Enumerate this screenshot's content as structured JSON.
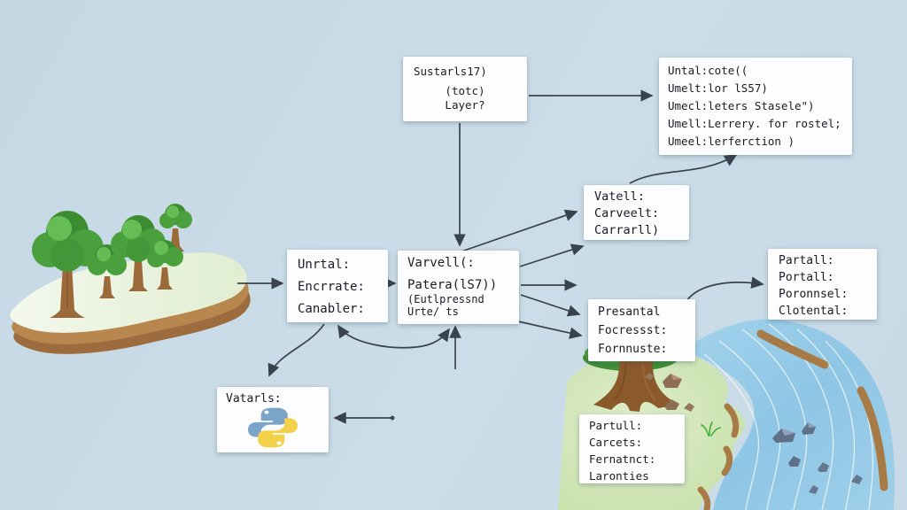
{
  "diagram": {
    "type": "flowchart-illustration",
    "boxes": {
      "sustarls": {
        "lines": [
          "Sustarls17)",
          "(totc)",
          "Layer?"
        ]
      },
      "untal": {
        "lines": [
          "Untal:cote((",
          "Umelt:lor lS57)",
          "Umecl:leters Stasele\")",
          "Umell:Lerrery. for rostel;",
          "Umeel:lerferction )"
        ]
      },
      "vatell": {
        "lines": [
          "Vatell:",
          "Carveelt:",
          "Carrarll)"
        ]
      },
      "unrtal": {
        "lines": [
          "Unrtal:",
          "Encrrate:",
          "Canabler:"
        ]
      },
      "varvell": {
        "lines": [
          "Varvell(:",
          "Patera(lS7))",
          "(Eutlpressnd",
          "Urte/ ts"
        ]
      },
      "partall": {
        "lines": [
          "Partall:",
          "Portall:",
          "Poronnsel:",
          "Clotental:"
        ]
      },
      "presantal": {
        "lines": [
          "Presantal",
          "Focressst:",
          "Fornnuste:"
        ]
      },
      "vatarls": {
        "label": "Vatarls:",
        "icon": "python-logo"
      },
      "partull": {
        "lines": [
          "Partull:",
          "Carcets:",
          "Fernatnct:",
          "Laronties"
        ]
      }
    },
    "illustrations": {
      "left": "forest-island with five trees",
      "bottom_right": "riverbank with tree, rocks and flowing river"
    },
    "colors": {
      "background": "#c9dbe6",
      "box_bg": "#fdfdfd",
      "text": "#161d26",
      "arrow": "#39434d",
      "tree_green": "#4ba03e",
      "trunk_brown": "#9b6a38",
      "island_soil": "#b07f4a",
      "land_green": "#cfe4b4",
      "river_blue": "#93c9e6",
      "bank_brown": "#a87a45",
      "python_blue": "#7aa5c9",
      "python_yellow": "#f3d14a"
    }
  }
}
